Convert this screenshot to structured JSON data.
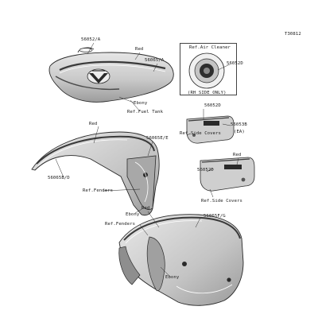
{
  "diagram_id": "T30812",
  "labels": {
    "fuel_tank_part": "56052/A",
    "fuel_tank_color_red": "Red",
    "fuel_tank_part_2": "56065/A",
    "fuel_tank_color_ebony": "Ebony",
    "fuel_tank_ref": "Ref.Fuel Tank",
    "air_cleaner_ref": "Ref.Air Cleaner",
    "air_cleaner_part": "56052D",
    "air_cleaner_note": "(RH SIDE ONLY)",
    "side_cover_part_1": "56052D",
    "side_cover_part_2": "56053B",
    "side_cover_qty": "(EA)",
    "side_cover_ref_1": "Ref.Side Covers",
    "side_cover_color_red": "Red",
    "side_cover_part_3": "56052D",
    "side_cover_ref_2": "Ref.Side Covers",
    "front_fender_color_red": "Red",
    "front_fender_part_1": "56065E/E",
    "front_fender_part_2": "56065B/D",
    "front_fender_ref": "Ref.Fenders",
    "front_fender_color_ebony": "Ebony",
    "rear_fender_color_red": "Red",
    "rear_fender_part": "56065F/G",
    "rear_fender_ref": "Ref.Fenders",
    "rear_fender_color_ebony": "Ebony"
  },
  "colors": {
    "line": "#2a2a2a",
    "stripe": "#3a3a3a",
    "shade": "#b8b8b8",
    "light_shade": "#d6d6d6",
    "background": "#ffffff"
  },
  "icons": [
    "v-emblem-icon",
    "air-cleaner-emblem-icon",
    "side-cover-badge-icon"
  ]
}
